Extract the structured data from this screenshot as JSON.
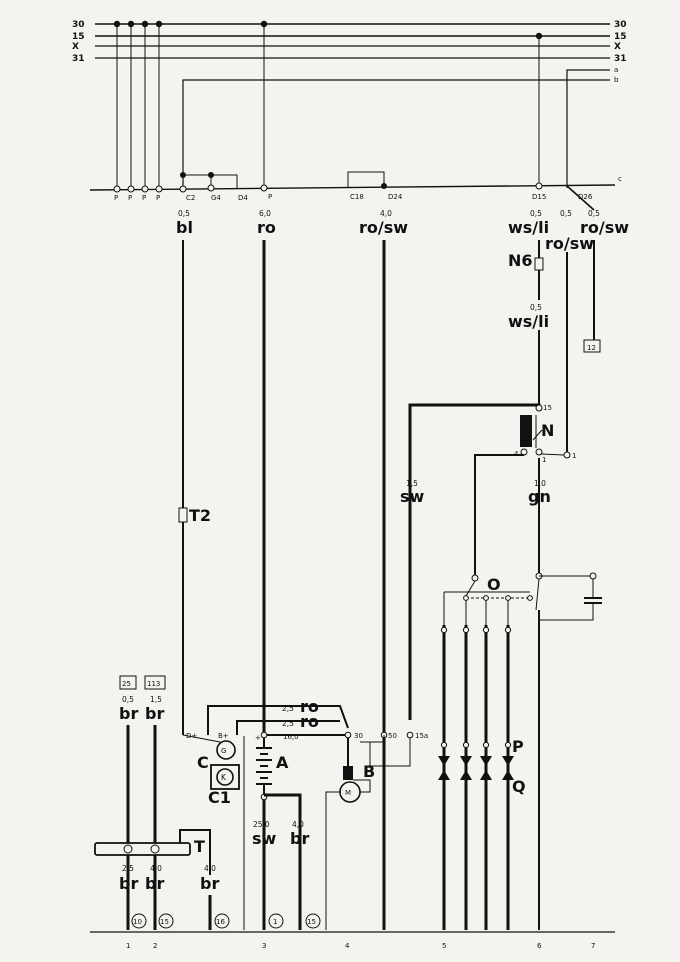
{
  "rails_left": [
    "30",
    "15",
    "X",
    "31"
  ],
  "rails_right": [
    "30",
    "15",
    "X",
    "31",
    "a",
    "b"
  ],
  "bus_end": "c",
  "connectors": {
    "p": "P",
    "c2": "C2",
    "g4": "G4",
    "d4": "D4",
    "p_top": "P",
    "c18": "C18",
    "d24": "D24",
    "d15": "D15",
    "d26": "D26"
  },
  "wires": {
    "bl": {
      "size": "0,5",
      "color": "bl"
    },
    "ro": {
      "size": "6,0",
      "color": "ro"
    },
    "rosw": {
      "size": "4,0",
      "color": "ro/sw"
    },
    "wsli1": {
      "size": "0,5",
      "color": "ws/li"
    },
    "rosw2": {
      "size": "0,5",
      "color": "ro/sw"
    },
    "rosw3": {
      "size": "0,5",
      "color": "ro/sw"
    },
    "wsli2": {
      "size": "0,5",
      "color": "ws/li"
    },
    "sw15": {
      "size": "1,5",
      "color": "sw"
    },
    "gn": {
      "size": "1,0",
      "color": "gn"
    },
    "br1": {
      "size": "0,5",
      "color": "br"
    },
    "br2": {
      "size": "1,5",
      "color": "br"
    },
    "ro25a": {
      "size": "2,5",
      "color": "ro"
    },
    "ro25b": {
      "size": "2,5",
      "color": "ro"
    },
    "sw25": {
      "size": "25,0",
      "color": "sw"
    },
    "br40": {
      "size": "4,0",
      "color": "br"
    },
    "br_l1": {
      "size": "2,5",
      "color": "br"
    },
    "br_l2": {
      "size": "4,0",
      "color": "br"
    },
    "br_l3": {
      "size": "4,0",
      "color": "br"
    }
  },
  "components": {
    "n6": "N6",
    "t2": "T2",
    "n": "N",
    "o": "O",
    "p": "P",
    "q": "Q",
    "a": "A",
    "b": "B",
    "c": "C",
    "c1": "C1",
    "t": "T",
    "k": "K",
    "g": "G",
    "m": "M"
  },
  "terminals": {
    "n15": "15",
    "n4": "4",
    "n1a": "1",
    "n1b": "1",
    "dplus": "D+",
    "bplus": "B+",
    "batplus": "+",
    "bat16": "16,0",
    "t30": "30",
    "t50": "50",
    "t15a": "15a"
  },
  "refs": {
    "r12": "12",
    "r25": "25",
    "r113": "113"
  },
  "grounds": [
    "10",
    "15",
    "16",
    "1",
    "15"
  ],
  "columns": [
    "1",
    "2",
    "3",
    "4",
    "5",
    "6",
    "7"
  ]
}
